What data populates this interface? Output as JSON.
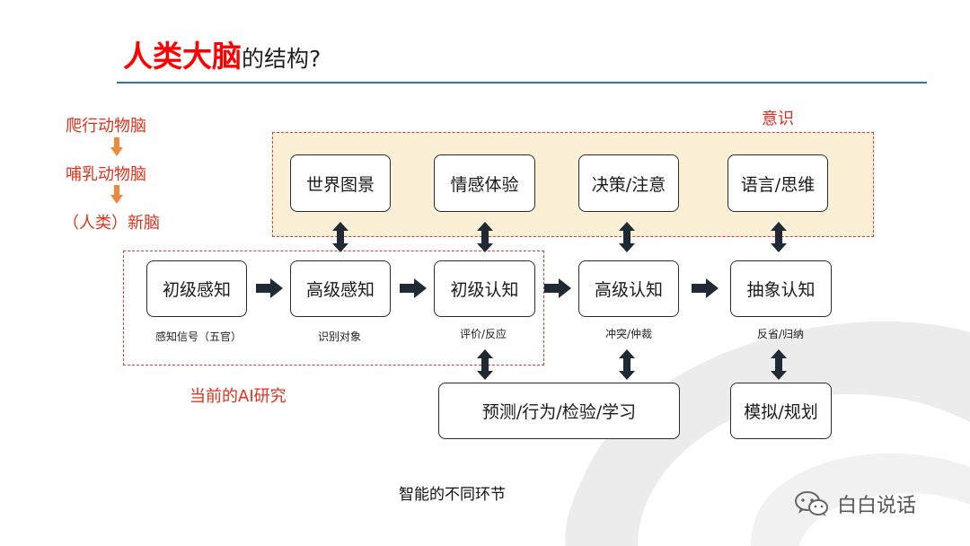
{
  "title": {
    "highlight": "人类大脑",
    "rest": "的结构?"
  },
  "evolution": [
    "爬行动物脑",
    "哺乳动物脑",
    "（人类）新脑"
  ],
  "regions": {
    "consciousness_label": "意识",
    "ai_label": "当前的AI研究"
  },
  "top_row": [
    "世界图景",
    "情感体验",
    "决策/注意",
    "语言/思维"
  ],
  "main_row": [
    {
      "label": "初级感知",
      "sub": "感知信号（五官）"
    },
    {
      "label": "高级感知",
      "sub": "识别对象"
    },
    {
      "label": "初级认知",
      "sub": "评价/反应"
    },
    {
      "label": "高级认知",
      "sub": "冲突/仲裁"
    },
    {
      "label": "抽象认知",
      "sub": "反省/归纳"
    }
  ],
  "bottom_row": [
    "预测/行为/检验/学习",
    "模拟/规划"
  ],
  "caption": "智能的不同环节",
  "watermark": {
    "text": "白白说话",
    "icon": "wechat-icon"
  },
  "colors": {
    "accent_red": "#ff0000",
    "region_red": "#e33a2f",
    "arrow_orange": "#f0883a",
    "arrow_dark": "#1f2a35",
    "rule_blue": "#2e75b6",
    "region_fill": "#fbf0d6"
  }
}
